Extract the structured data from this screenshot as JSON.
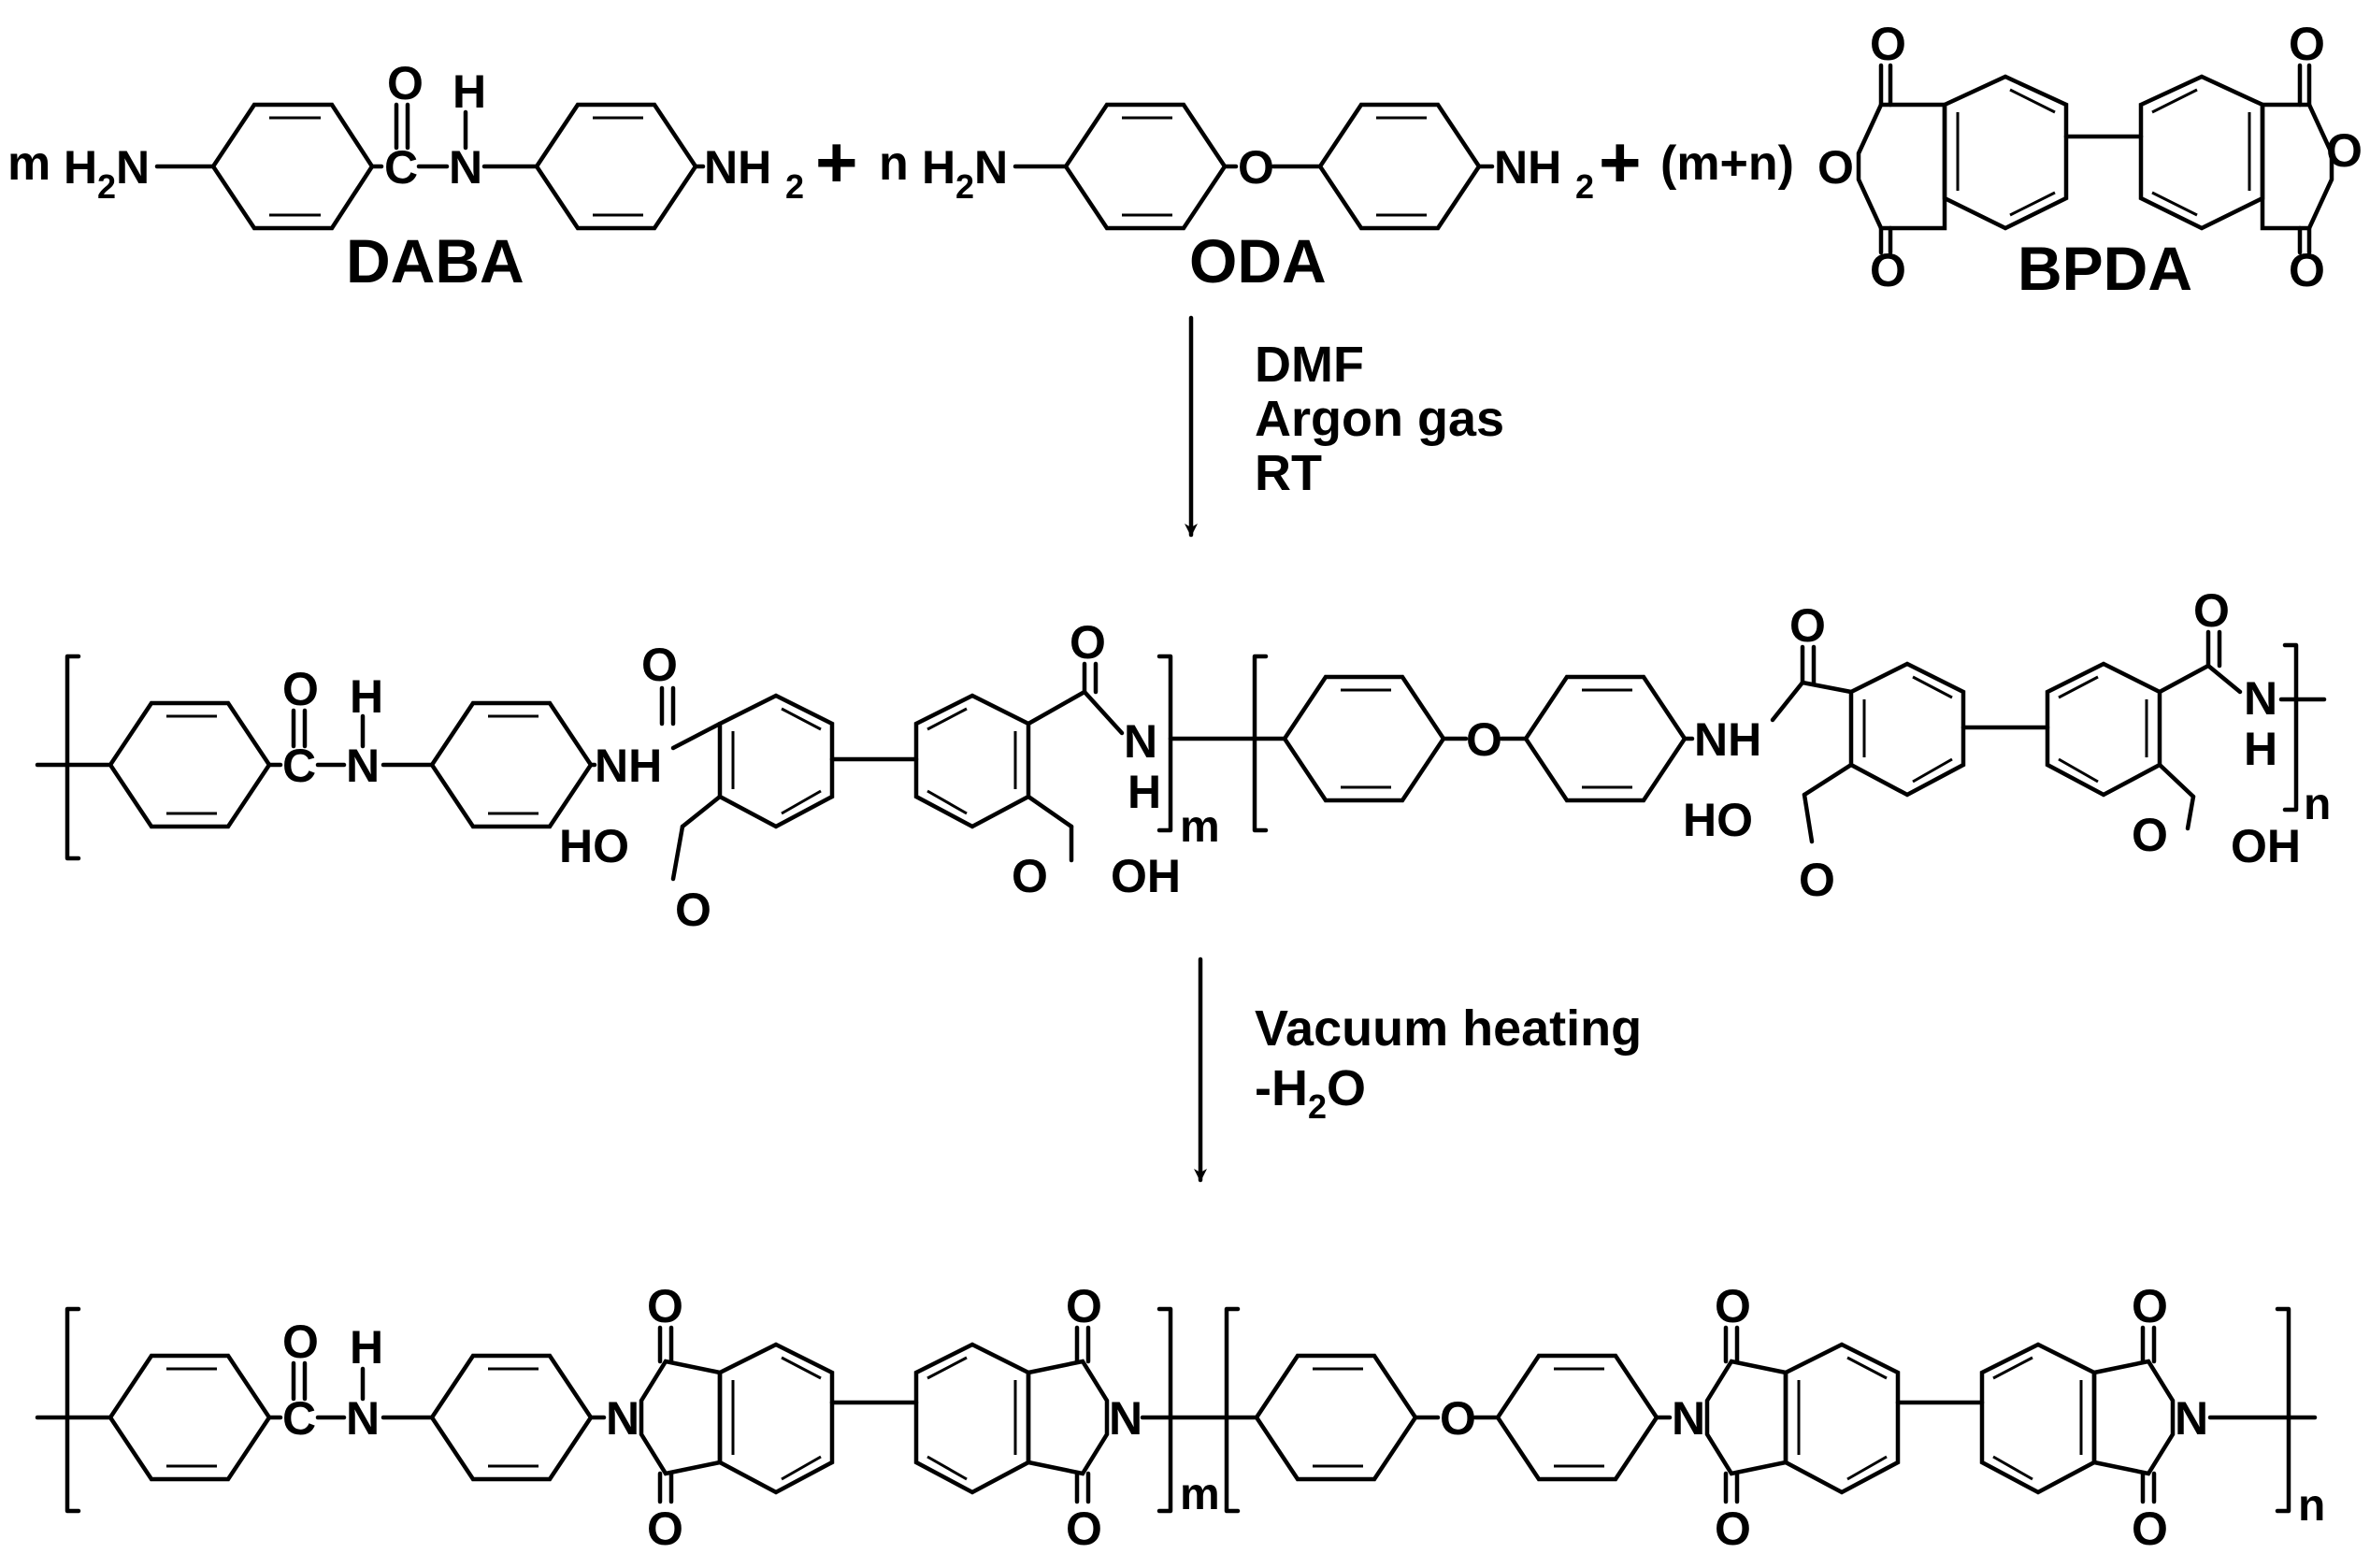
{
  "reactants": {
    "daba": {
      "coefficient": "m",
      "name": "DABA"
    },
    "oda": {
      "coefficient": "n",
      "name": "ODA"
    },
    "bpda": {
      "coefficient": "(m+n)",
      "name": "BPDA"
    },
    "plus": "+"
  },
  "step1": {
    "conditions": [
      "DMF",
      "Argon gas",
      "RT"
    ]
  },
  "step2": {
    "conditions": [
      "Vacuum heating",
      "-H",
      "2",
      "O"
    ]
  },
  "atoms": {
    "amine_left": "H",
    "amine_left_sub": "2",
    "amine_left_n": "N",
    "amine_right": "NH",
    "amine_right_sub": "2",
    "oxygen": "O",
    "nitrogen": "N",
    "hydrogen": "H",
    "carbon": "C",
    "nh": "NH",
    "ho": "HO",
    "oh": "OH"
  },
  "polymer": {
    "block_m": "m",
    "block_n": "n"
  },
  "colors": {
    "ink": "#000000",
    "background": "#ffffff"
  }
}
